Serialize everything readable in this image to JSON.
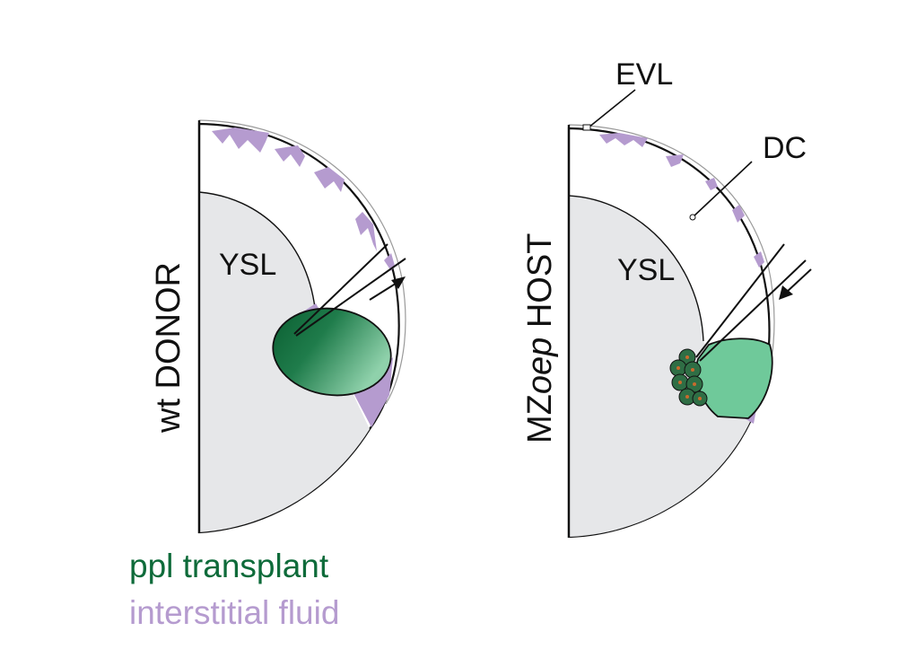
{
  "panels": {
    "donor": {
      "yolk_label": "YSL",
      "side_label": "wt DONOR"
    },
    "host": {
      "yolk_label": "YSL",
      "side_label_prefix": "MZ",
      "side_label_italic": "oep",
      "side_label_suffix": " HOST",
      "evl_label": "EVL",
      "dc_label": "DC"
    }
  },
  "legend": {
    "transplant": "ppl transplant",
    "fluid": "interstitial fluid"
  },
  "colors": {
    "transplant": "#0e6b3a",
    "transplant_light": "#7bc89b",
    "host_transplant": "#6fc99a",
    "fluid": "#b59bcf",
    "yolk": "#e6e7e9",
    "outline": "#111111",
    "cell_dot": "#c96a2d"
  }
}
